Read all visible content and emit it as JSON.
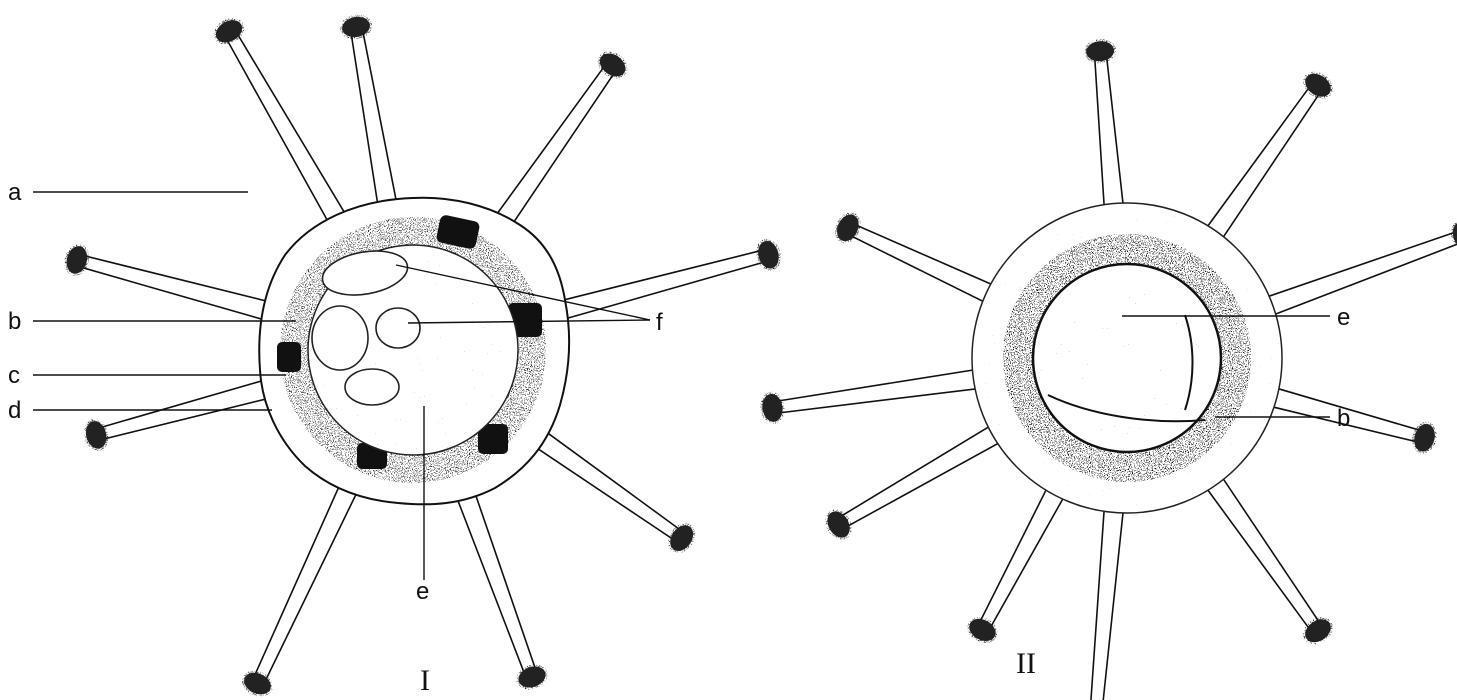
{
  "figure_I": {
    "numeral": "I",
    "labels": {
      "a": "a",
      "b": "b",
      "c": "c",
      "d": "d",
      "e": "e",
      "f": "f"
    }
  },
  "figure_II": {
    "numeral": "II",
    "labels": {
      "e": "e",
      "b": "b"
    }
  },
  "colors": {
    "ink": "#111111",
    "paper": "#ffffff"
  }
}
